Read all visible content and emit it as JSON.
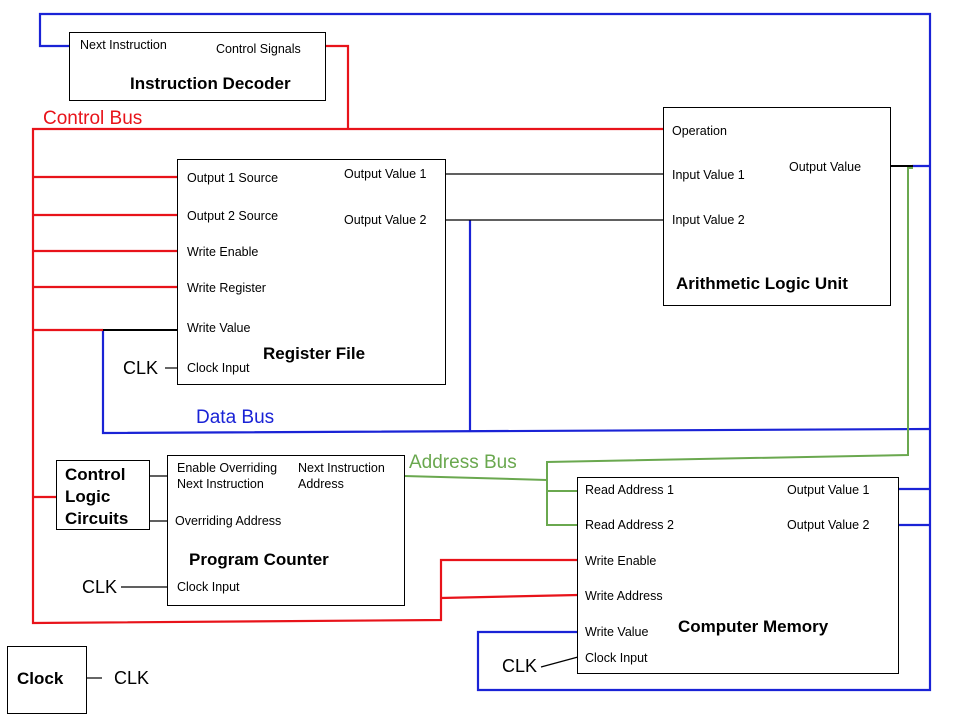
{
  "colors": {
    "control_bus": "#e8131a",
    "data_bus": "#1a23d6",
    "address_bus": "#6aa84f",
    "plain_wire": "#000000"
  },
  "buses": {
    "control": "Control Bus",
    "data": "Data Bus",
    "address": "Address Bus"
  },
  "instruction_decoder": {
    "title": "Instruction Decoder",
    "ports": [
      "Next Instruction",
      "Control Signals"
    ]
  },
  "register_file": {
    "title": "Register File",
    "inputs": [
      "Output 1 Source",
      "Output 2 Source",
      "Write Enable",
      "Write Register",
      "Write Value",
      "Clock Input"
    ],
    "outputs": [
      "Output Value 1",
      "Output Value 2"
    ]
  },
  "alu": {
    "title": "Arithmetic Logic Unit",
    "inputs": [
      "Operation",
      "Input Value 1",
      "Input Value 2"
    ],
    "output": "Output Value"
  },
  "control_logic": {
    "title": [
      "Control",
      "Logic",
      "Circuits"
    ]
  },
  "program_counter": {
    "title": "Program Counter",
    "enable_override": [
      "Enable Overriding",
      "Next Instruction"
    ],
    "next_address": [
      "Next Instruction",
      "Address"
    ],
    "overriding_address": "Overriding Address",
    "clock_input": "Clock Input"
  },
  "memory": {
    "title": "Computer Memory",
    "inputs": [
      "Read Address 1",
      "Read Address 2",
      "Write Enable",
      "Write Address",
      "Write Value",
      "Clock Input"
    ],
    "outputs": [
      "Output Value 1",
      "Output Value 2"
    ]
  },
  "clock": {
    "title": "Clock",
    "signal": "CLK"
  },
  "clk_labels": [
    "CLK",
    "CLK",
    "CLK"
  ]
}
